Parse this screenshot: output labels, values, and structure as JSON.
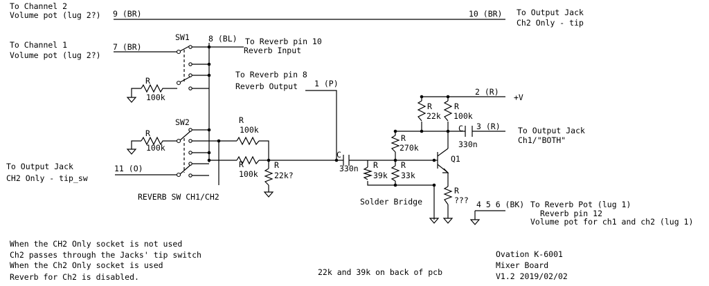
{
  "labels": {
    "ch2_line1": "To Channel 2",
    "ch2_line2": "Volume pot (lug 2?)",
    "pin9": "9 (BR)",
    "pin10": "10 (BR)",
    "out_jack_top_line1": "To Output Jack",
    "out_jack_top_line2": "Ch2 Only - tip",
    "ch1_line1": "To Channel 1",
    "ch1_line2": "Volume pot (lug 2?)",
    "pin7": "7 (BR)",
    "sw1": "SW1",
    "pin8": "8 (BL)",
    "reverb10_line1": "To Reverb pin 10",
    "reverb10_line2": "Reverb Input",
    "reverb8_line1": "To Reverb pin 8",
    "reverb8_line2": "Reverb Output",
    "pin1": "1 (P)",
    "pin2": "2 (R)",
    "vplus": "+V",
    "pin3": "3 (R)",
    "out_jack_both_line1": "To Output Jack",
    "out_jack_both_line2": "Ch1/\"BOTH\"",
    "sw2": "SW2",
    "pin11": "11 (O)",
    "out_jack_sw_line1": "To Output Jack",
    "out_jack_sw_line2": "CH2 Only - tip_sw",
    "reverb_sw": "REVERB SW CH1/CH2",
    "solder_bridge": "Solder Bridge",
    "pins456": "4 5 6 (BK)",
    "reverb_pot_line1": "To Reverb Pot (lug 1)",
    "reverb_pot_line2": "Reverb pin 12",
    "reverb_pot_line3": "Volume pot for ch1 and ch2 (lug 1)",
    "q1": "Q1"
  },
  "components": {
    "r_sw1": {
      "letter": "R",
      "value": "100k"
    },
    "r_sw2": {
      "letter": "R",
      "value": "100k"
    },
    "r_mix_top": {
      "letter": "R",
      "value": "100k"
    },
    "r_mix_bot": {
      "letter": "R",
      "value": "100k"
    },
    "r_22k_q": {
      "letter": "R",
      "value": "22k?"
    },
    "c_in": {
      "letter": "C",
      "value": "330n"
    },
    "r_39k": {
      "letter": "R",
      "value": "39k"
    },
    "r_33k": {
      "letter": "R",
      "value": "33k"
    },
    "r_270k": {
      "letter": "R",
      "value": "270k"
    },
    "r_22k": {
      "letter": "R",
      "value": "22k"
    },
    "r_100k_col": {
      "letter": "R",
      "value": "100k"
    },
    "c_out": {
      "letter": "C",
      "value": "330n"
    },
    "r_emit": {
      "letter": "R",
      "value": "???"
    }
  },
  "notes": {
    "line1": "When the CH2 Only socket is not used",
    "line2": "Ch2 passes through the Jacks' tip switch",
    "line3": "When the Ch2 Only socket is used",
    "line4": "Reverb for Ch2 is disabled.",
    "pcb_note": "22k and 39k on back of pcb"
  },
  "title_block": {
    "line1": "Ovation K-6001",
    "line2": "Mixer Board",
    "line3": "V1.2 2019/02/02"
  }
}
